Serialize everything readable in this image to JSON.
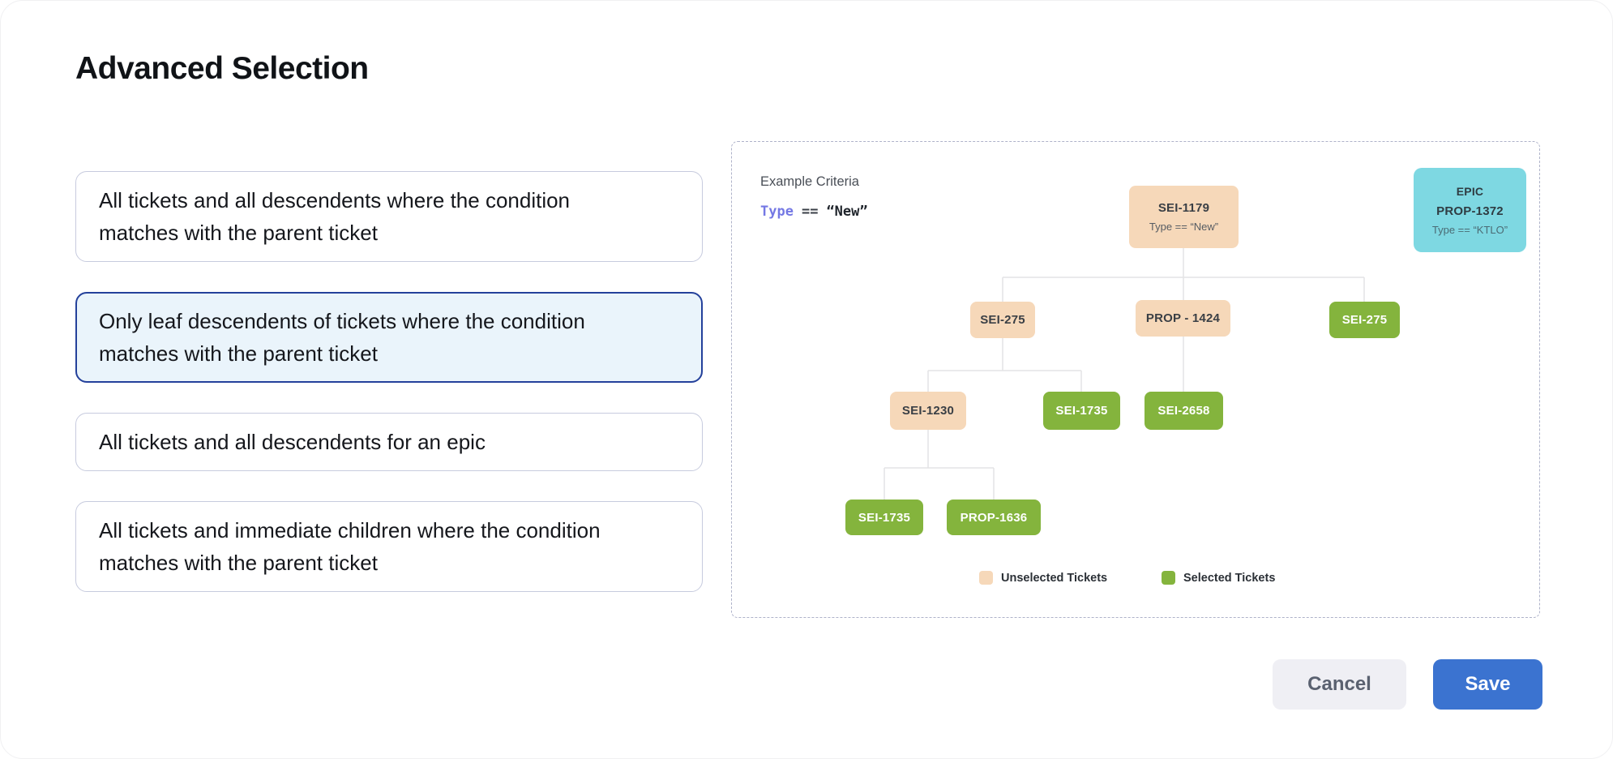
{
  "page": {
    "title": "Advanced Selection"
  },
  "options": [
    {
      "label": "All tickets and all descendents where the condition\nmatches with the parent ticket",
      "selected": false
    },
    {
      "label": "Only leaf descendents of tickets where the condition\nmatches with the parent ticket",
      "selected": true
    },
    {
      "label": "All tickets and all descendents for an epic",
      "selected": false
    },
    {
      "label": "All tickets and immediate children where the condition\nmatches with the parent ticket",
      "selected": false
    }
  ],
  "example": {
    "heading": "Example Criteria",
    "criteria": {
      "field": "Type",
      "operator": "==",
      "value": "“New”"
    }
  },
  "tree": {
    "root": {
      "id": "SEI-1179",
      "condition": "Type == “New”",
      "state": "unselected"
    },
    "epic": {
      "badge": "EPIC",
      "id": "PROP-1372",
      "condition": "Type == “KTLO”"
    },
    "level2": [
      {
        "id": "SEI-275",
        "state": "unselected"
      },
      {
        "id": "PROP - 1424",
        "state": "unselected"
      },
      {
        "id": "SEI-275",
        "state": "selected"
      }
    ],
    "level3": [
      {
        "id": "SEI-1230",
        "state": "unselected"
      },
      {
        "id": "SEI-1735",
        "state": "selected"
      },
      {
        "id": "SEI-2658",
        "state": "selected"
      }
    ],
    "level4": [
      {
        "id": "SEI-1735",
        "state": "selected"
      },
      {
        "id": "PROP-1636",
        "state": "selected"
      }
    ]
  },
  "legend": {
    "items": [
      {
        "label": "Unselected Tickets",
        "color": "#F6D8B9"
      },
      {
        "label": "Selected Tickets",
        "color": "#84B43D"
      }
    ]
  },
  "footer": {
    "cancel_label": "Cancel",
    "save_label": "Save"
  },
  "colors": {
    "unselected_ticket": "#F6D8B9",
    "selected_ticket": "#84B43D",
    "epic_ticket": "#7ED8E2",
    "selected_option_border": "#24419B",
    "selected_option_bg": "#EAF4FB",
    "save_button": "#3B73D0",
    "criteria_field_text": "#7478E4"
  }
}
